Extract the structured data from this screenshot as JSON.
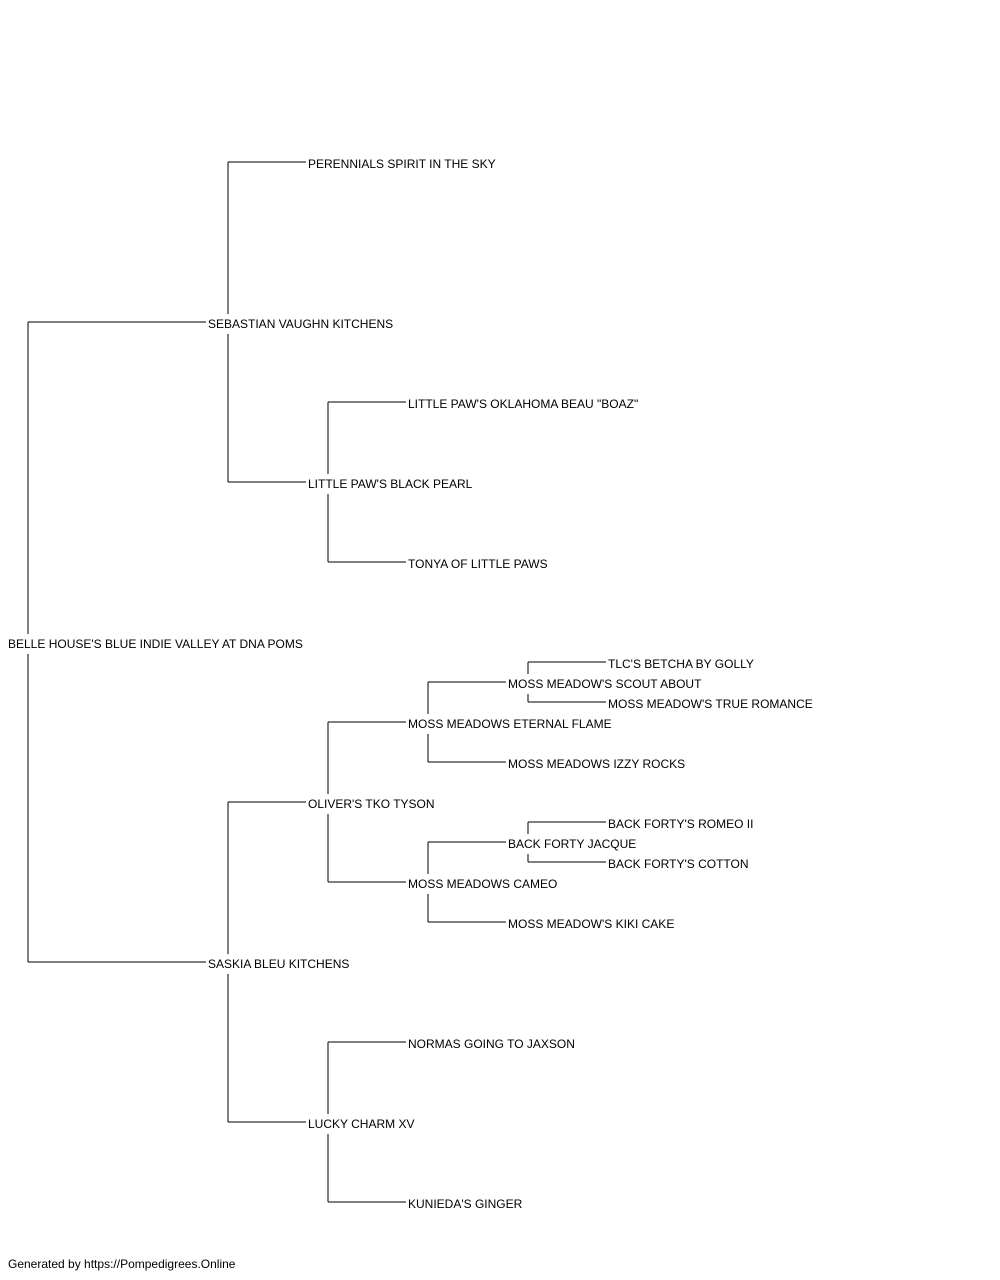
{
  "pedigree": {
    "subject": "BELLE HOUSE'S BLUE INDIE VALLEY AT DNA POMS",
    "sire": {
      "name": "SEBASTIAN VAUGHN KITCHENS",
      "sire": {
        "name": "PERENNIALS SPIRIT IN THE SKY"
      },
      "dam": {
        "name": "LITTLE PAW'S BLACK PEARL",
        "sire": {
          "name": "LITTLE PAW'S OKLAHOMA BEAU \"BOAZ\""
        },
        "dam": {
          "name": "TONYA OF LITTLE PAWS"
        }
      }
    },
    "dam": {
      "name": "SASKIA BLEU KITCHENS",
      "sire": {
        "name": "OLIVER'S TKO TYSON",
        "sire": {
          "name": "MOSS MEADOWS ETERNAL FLAME",
          "sire": {
            "name": "MOSS MEADOW'S SCOUT ABOUT",
            "sire": {
              "name": "TLC'S BETCHA BY GOLLY"
            },
            "dam": {
              "name": "MOSS MEADOW'S TRUE ROMANCE"
            }
          },
          "dam": {
            "name": "MOSS MEADOWS IZZY ROCKS"
          }
        },
        "dam": {
          "name": "MOSS MEADOWS CAMEO",
          "sire": {
            "name": "BACK FORTY JACQUE",
            "sire": {
              "name": "BACK FORTY'S ROMEO II"
            },
            "dam": {
              "name": "BACK FORTY'S COTTON"
            }
          },
          "dam": {
            "name": "MOSS MEADOW'S KIKI CAKE"
          }
        }
      },
      "dam": {
        "name": "LUCKY CHARM XV",
        "sire": {
          "name": "NORMAS GOING TO JAXSON"
        },
        "dam": {
          "name": "KUNIEDA'S GINGER"
        }
      }
    }
  },
  "footer": "Generated by https://Pompedigrees.Online"
}
